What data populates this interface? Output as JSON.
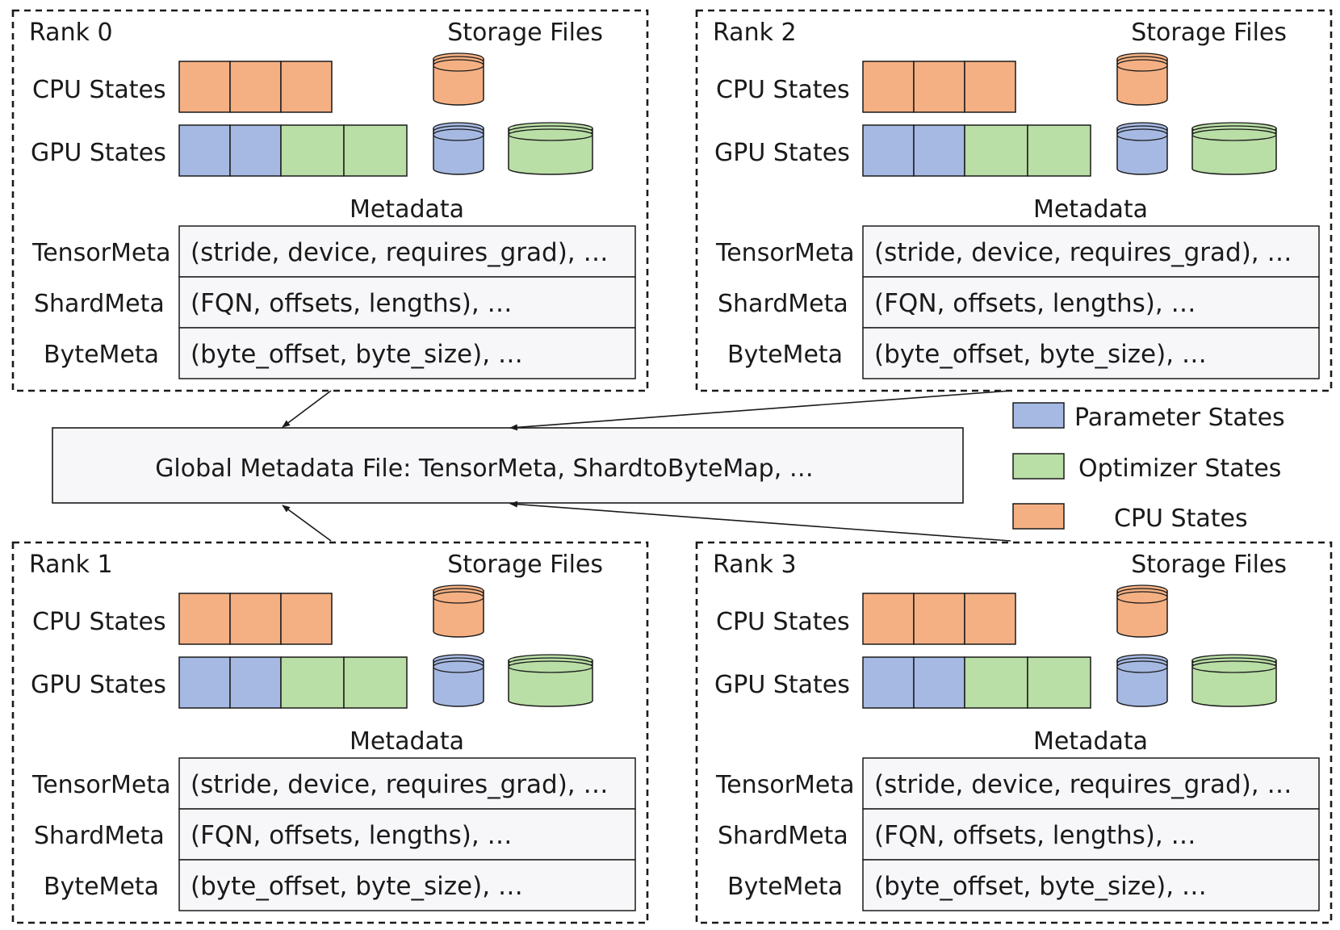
{
  "colors": {
    "parameter": "#a6b9e3",
    "optimizer": "#b9dea6",
    "cpu": "#f4b083",
    "meta_fill": "#f7f7f9",
    "stroke": "#1a1a1a"
  },
  "ranks": [
    {
      "title": "Rank 0",
      "storage_label": "Storage Files",
      "cpu_label": "CPU States",
      "gpu_label": "GPU States",
      "metadata_label": "Metadata",
      "meta_rows": [
        {
          "label": "TensorMeta",
          "value": "(stride, device, requires_grad), …"
        },
        {
          "label": "ShardMeta",
          "value": "(FQN, offsets, lengths), …"
        },
        {
          "label": "ByteMeta",
          "value": "(byte_offset, byte_size), …"
        }
      ]
    },
    {
      "title": "Rank 2",
      "storage_label": "Storage Files",
      "cpu_label": "CPU States",
      "gpu_label": "GPU States",
      "metadata_label": "Metadata",
      "meta_rows": [
        {
          "label": "TensorMeta",
          "value": "(stride, device, requires_grad), …"
        },
        {
          "label": "ShardMeta",
          "value": "(FQN, offsets, lengths), …"
        },
        {
          "label": "ByteMeta",
          "value": "(byte_offset, byte_size), …"
        }
      ]
    },
    {
      "title": "Rank 1",
      "storage_label": "Storage Files",
      "cpu_label": "CPU States",
      "gpu_label": "GPU States",
      "metadata_label": "Metadata",
      "meta_rows": [
        {
          "label": "TensorMeta",
          "value": "(stride, device, requires_grad), …"
        },
        {
          "label": "ShardMeta",
          "value": "(FQN, offsets, lengths), …"
        },
        {
          "label": "ByteMeta",
          "value": "(byte_offset, byte_size), …"
        }
      ]
    },
    {
      "title": "Rank 3",
      "storage_label": "Storage Files",
      "cpu_label": "CPU States",
      "gpu_label": "GPU States",
      "metadata_label": "Metadata",
      "meta_rows": [
        {
          "label": "TensorMeta",
          "value": "(stride, device, requires_grad), …"
        },
        {
          "label": "ShardMeta",
          "value": "(FQN, offsets, lengths), …"
        },
        {
          "label": "ByteMeta",
          "value": "(byte_offset, byte_size), …"
        }
      ]
    }
  ],
  "global": {
    "text": "Global Metadata File:  TensorMeta, ShardtoByteMap, …"
  },
  "legend": [
    {
      "label": "Parameter States",
      "color_key": "parameter"
    },
    {
      "label": "Optimizer States",
      "color_key": "optimizer"
    },
    {
      "label": "CPU States",
      "color_key": "cpu"
    }
  ]
}
